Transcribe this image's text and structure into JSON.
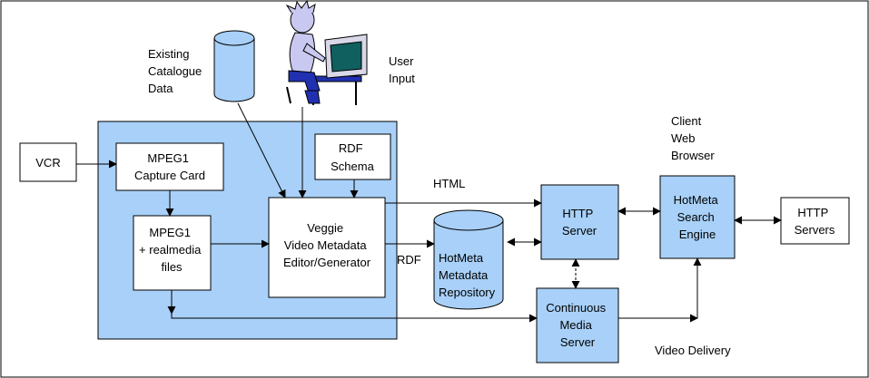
{
  "colors": {
    "background": "#ffffff",
    "panel_fill": "#a8d0f8",
    "box_fill": "#a8d0f8",
    "white_box_fill": "#ffffff",
    "stroke": "#000000",
    "figure_skin": "#c8c8f0",
    "figure_clothes": "#2030b0",
    "monitor_screen": "#106060"
  },
  "labels": {
    "existing_catalogue": [
      "Existing",
      "Catalogue",
      "Data"
    ],
    "user_input": [
      "User",
      "Input"
    ],
    "vcr": "VCR",
    "mpeg_capture": [
      "MPEG1",
      "Capture Card"
    ],
    "mpeg_files": [
      "MPEG1",
      "+ realmedia",
      "files"
    ],
    "rdf_schema": [
      "RDF",
      "Schema"
    ],
    "veggie": [
      "Veggie",
      "Video Metadata",
      "Editor/Generator"
    ],
    "html": "HTML",
    "rdf": "RDF",
    "hotmeta_repo": [
      "HotMeta",
      "Metadata",
      "Repository"
    ],
    "http_server": [
      "HTTP",
      "Server"
    ],
    "continuous_media": [
      "Continuous",
      "Media",
      "Server"
    ],
    "client_browser": [
      "Client",
      "Web",
      "Browser"
    ],
    "hotmeta_search": [
      "HotMeta",
      "Search",
      "Engine"
    ],
    "http_servers": [
      "HTTP",
      "Servers"
    ],
    "video_delivery": "Video Delivery"
  },
  "icons": {
    "database_catalogue": "database-cylinder-icon",
    "user_at_computer": "user-at-computer-icon",
    "database_repository": "database-cylinder-icon"
  }
}
